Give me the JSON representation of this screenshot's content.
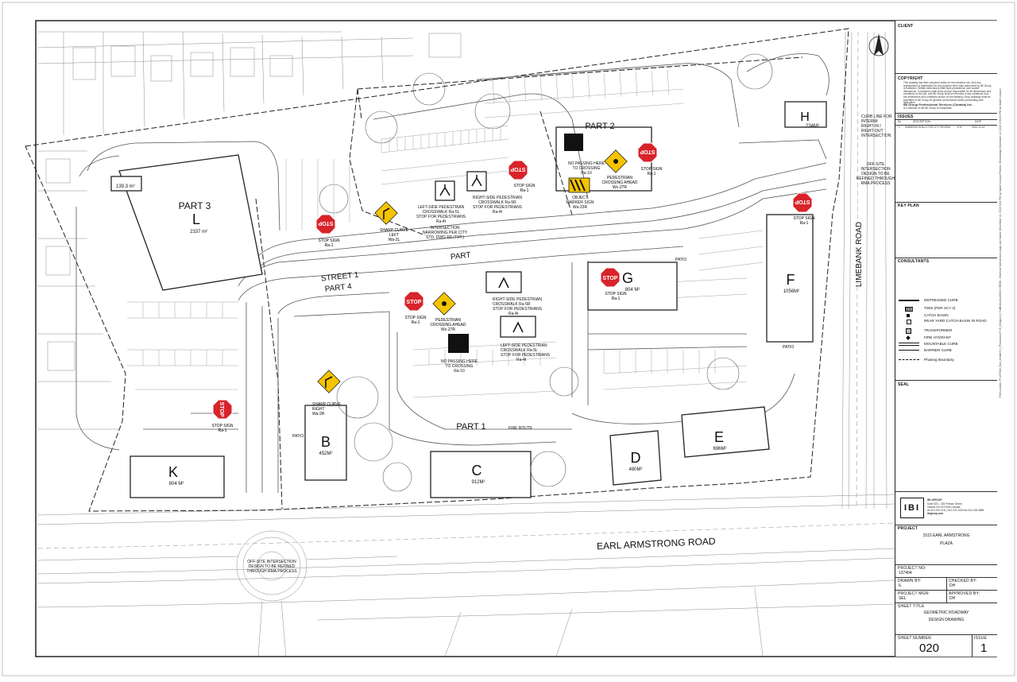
{
  "colors": {
    "linework": "#4a4a4a",
    "stop_red": "#d8232a",
    "warning_yellow": "#f5c400",
    "building_outline": "#222222"
  },
  "buildings": {
    "L": {
      "letter": "L",
      "label": "PART 3",
      "area": "2337 m²"
    },
    "L_small_area": "139.3 m²",
    "H": {
      "letter": "H",
      "area": "234M²"
    },
    "G": {
      "letter": "G",
      "area": "804 M²"
    },
    "F": {
      "letter": "F",
      "area": "1056M²"
    },
    "E": {
      "letter": "E",
      "area": "696M²"
    },
    "D": {
      "letter": "D",
      "area": "480M²"
    },
    "C": {
      "letter": "C",
      "area": "912M²"
    },
    "B": {
      "letter": "B",
      "area": "452M²"
    },
    "K": {
      "letter": "K",
      "area": "804 M²"
    }
  },
  "parts": {
    "part1": "PART 1",
    "part2": "PART 2",
    "part3": "PART 3",
    "part4": "PART 4",
    "street1": "STREET 1",
    "part_road": "PART"
  },
  "roads": {
    "earl_armstrong": "EARL ARMSTRONG ROAD",
    "limebank": "LIMEBANK ROAD"
  },
  "stop_signs": {
    "face": "STOP",
    "label": "STOP SIGN",
    "code": "Ra-1"
  },
  "callouts": {
    "sharp_left": {
      "line1": "SHARP CURVE",
      "line2": "LEFT",
      "line3": "Wa-2L"
    },
    "sharp_right": {
      "line1": "SHARP CURVE",
      "line2": "RIGHT",
      "line3": "Wa-2R"
    },
    "ped_ahead_north": {
      "line1": "PEDESTRIAN",
      "line2": "CROSSING AHEAD",
      "line3": "Wc-27R"
    },
    "ped_ahead_south": {
      "line1": "PEDESTRIAN",
      "line2": "CROSSING AHEAD",
      "line3": "Wc-27R"
    },
    "left_ped_north": {
      "line1": "LEFT-SIDE PEDESTRIAN",
      "line2": "CROSSWALK Ra-5L",
      "line3": "STOP FOR PEDESTRIANS",
      "line4": "Ra-4t"
    },
    "right_ped_north": {
      "line1": "RIGHT-SIDE PEDESTRIAN",
      "line2": "CROSSWALK Ra-5R",
      "line3": "STOP FOR PEDESTRIANS",
      "line4": "Ra-4t"
    },
    "right_ped_south": {
      "line1": "RIGHT-SIDE PEDESTRIAN",
      "line2": "CROSSWALK Ra-5R",
      "line3": "STOP FOR PEDESTRIANS",
      "line4": "Ra-4t"
    },
    "left_ped_south": {
      "line1": "LEFT-SIDE PEDESTRIAN",
      "line2": "CROSSWALK Ra-5L",
      "line3": "STOP FOR PEDESTRIANS",
      "line4": "Ra-4t"
    },
    "no_passing_north": {
      "line1": "NO PASSING HERE",
      "line2": "TO CROSSING",
      "line3": "Ra-10"
    },
    "no_passing_south": {
      "line1": "NO PASSING HERE",
      "line2": "TO CROSSING",
      "line3": "Ra-10"
    },
    "object_marker": {
      "line1": "OBJECT",
      "line2": "MARKER SIGN",
      "line3": "Wa-33R"
    },
    "intersection_narrow": {
      "line1": "INTERSECTION",
      "line2": "NARROWING PER CITY",
      "line3": "STD. DWG R8 (TYP.)"
    },
    "curb_line": {
      "line1": "CURB LINE FOR",
      "line2": "INTERIM",
      "line3": "RIGHT-IN /",
      "line4": "RIGHT-OUT",
      "line5": "INTERSECTION"
    },
    "offsite_limebank": {
      "line1": "OFF-SITE",
      "line2": "INTERSECTION",
      "line3": "DESIGN TO BE",
      "line4": "REFINED THROUGH",
      "line5": "RMA PROCESS"
    },
    "offsite_roundabout": {
      "line1": "OFF-SITE INTERSECTION",
      "line2": "DESIGN TO BE REFINED",
      "line3": "THROUGH RMA PROCESS"
    }
  },
  "misc_labels": {
    "fire_route": "FIRE ROUTE",
    "patio": "PATIO"
  },
  "title_block": {
    "client": "CLIENT",
    "copyright": "COPYRIGHT",
    "copyright_text": "This drawing has been prepared solely for the intended use, thus any reproduction or distribution for any purpose other than authorized by IBI Group is forbidden. Written dimensions shall have precedence over scaled dimensions. Contractors shall verify and be responsible for all dimensions and conditions on the job, and IBI Group shall be informed of any variations from the dimensions and conditions shown on the drawing. Shop drawings shall be submitted to IBI Group for general conformance before proceeding with fabrication.",
    "company": "IBI Group Professional Services (Canada) Inc.",
    "company_sub": "is a member of the IBI Group of companies",
    "issues": "ISSUES",
    "issues_cols": {
      "no": "No.",
      "description": "DESCRIPTION",
      "date": "DATE"
    },
    "issue_row": {
      "no": "1",
      "description": "SUBMISSION No.1 FOR CITY REVIEW",
      "by": "E.H.",
      "date": "2022-12-14"
    },
    "key_plan": "KEY PLAN",
    "consultants": "CONSULTANTS",
    "legend": [
      {
        "label": "DEPRESSED CURB",
        "symbol": "depressed"
      },
      {
        "label": "TWSI (PER SC7.3)",
        "symbol": "twsi"
      },
      {
        "label": "CATCH BASIN",
        "symbol": "square"
      },
      {
        "label": "REAR YARD CATCH BASIN IN ROAD",
        "symbol": "rycb"
      },
      {
        "label": "TRANSFORMER",
        "symbol": "transformer"
      },
      {
        "label": "FIRE HYDRANT",
        "symbol": "diamond"
      },
      {
        "label": "MOUNTABLE CURB",
        "symbol": "double"
      },
      {
        "label": "BARRIER CURB",
        "symbol": "single"
      },
      {
        "label": "Phasing Boundary",
        "symbol": "dashed"
      }
    ],
    "seal": "SEAL",
    "logo": "IBI",
    "logo_company": "IBI GROUP",
    "address1": "Suite 500 – 333 Preston Street",
    "address2": "Ottawa ON K1S 5N4 Canada",
    "address3": "tel 613 225 1311 | 613 241 3300 fax 613 225 9868",
    "website": "ibigroup.com",
    "project_label": "PROJECT",
    "project_line1": "1515 EARL ARMSTRONG",
    "project_line2": "PLAZA",
    "project_no_label": "PROJECT NO:",
    "project_no": "137404",
    "drawn_by_label": "DRAWN BY:",
    "drawn_by": "IL",
    "checked_by_label": "CHECKED BY:",
    "checked_by": "DH",
    "project_mgr_label": "PROJECT MGR:",
    "project_mgr": "SEL",
    "approved_by_label": "APPROVED BY:",
    "approved_by": "DH",
    "sheet_title_label": "SHEET TITLE",
    "sheet_title_line1": "GEOMETRIC ROADWAY",
    "sheet_title_line2": "DESIGN DRAWING",
    "sheet_number_label": "SHEET NUMBER",
    "sheet_number": "020",
    "issue_label": "ISSUE",
    "issue": "1"
  },
  "plot_stamp": "File Location: P:\\137404_Earl_Armstr\\7.0_Production\\7.05_Design\\10_Traffic\\Civil\\xref\\020 GRDD - External Intersections.dwg   Last Saved: December 13, 2022 3:52 PM by Isabel Lossani   Plotted: Wednesday, December 14, 2022 2:53:32 PM by Isabel Lossani"
}
